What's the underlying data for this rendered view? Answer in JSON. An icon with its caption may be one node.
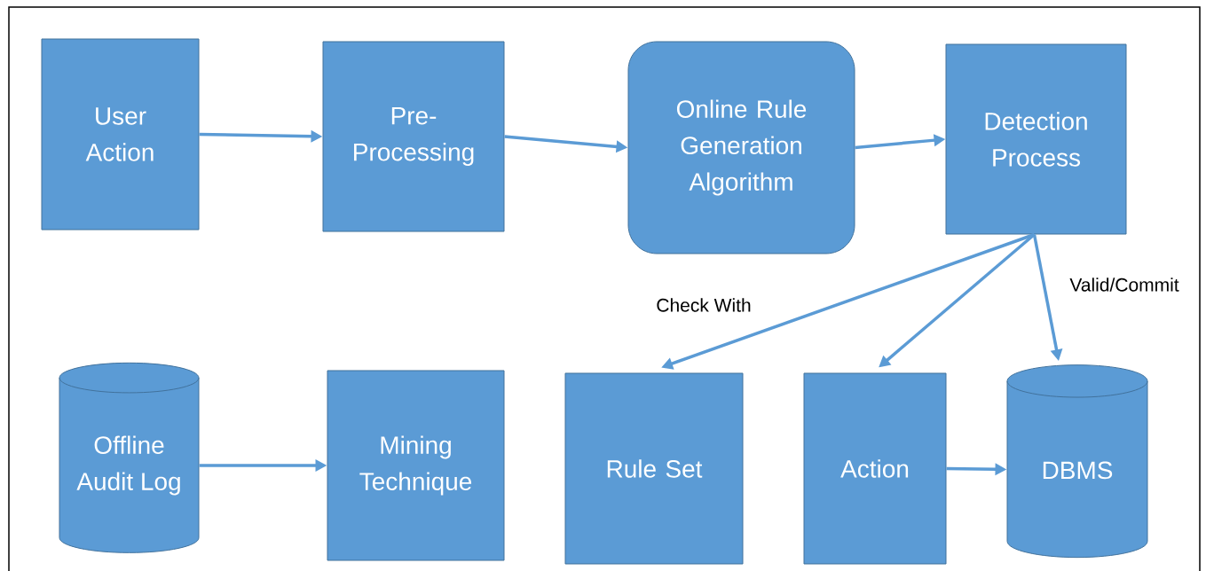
{
  "diagram": {
    "nodes": [
      {
        "text": [
          "User Action"
        ]
      },
      {
        "text": [
          "Pre- Processing"
        ]
      },
      {
        "text": [
          "Online Rule Generation Algorithm"
        ]
      },
      {
        "text": [
          "Detection Process"
        ]
      },
      {
        "text": [
          "Offline Audit Log"
        ]
      },
      {
        "text": [
          "Mining Technique"
        ]
      },
      {
        "text": [
          "Rule Set"
        ]
      },
      {
        "text": [
          "Action"
        ]
      },
      {
        "text": [
          "DBMS"
        ]
      }
    ],
    "edges": [
      {
        "from": 0,
        "to": 1,
        "arrow": "to"
      },
      {
        "from": 1,
        "to": 2,
        "arrow": "to"
      },
      {
        "from": 2,
        "to": 3,
        "arrow": "to"
      },
      {
        "from": 3,
        "to": 6,
        "arrow": "to",
        "label": "Check With"
      },
      {
        "from": 3,
        "to": 7,
        "arrow": "to"
      },
      {
        "from": 3,
        "to": 8,
        "arrow": "to",
        "label": "Valid/Commit"
      },
      {
        "from": 4,
        "to": 5,
        "arrow": "to"
      },
      {
        "from": 7,
        "to": 8,
        "arrow": "to"
      }
    ]
  }
}
